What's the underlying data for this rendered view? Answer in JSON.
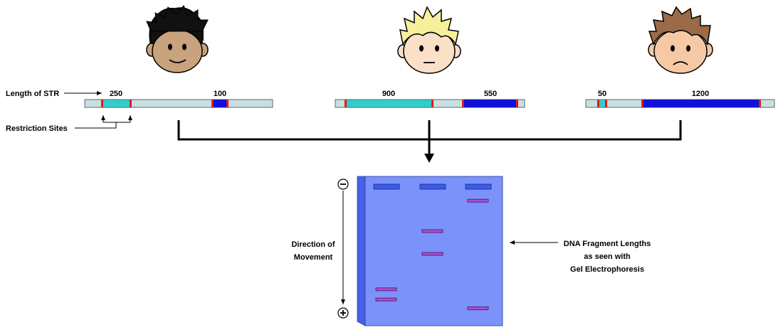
{
  "labels": {
    "length_of_str": "Length of STR",
    "restriction_sites": "Restriction Sites",
    "direction_line1": "Direction of",
    "direction_line2": "Movement",
    "dna_line1": "DNA Fragment Lengths",
    "dna_line2": "as seen with",
    "dna_line3": "Gel Electrophoresis",
    "minus_sign": "−",
    "plus_sign": "+"
  },
  "people": [
    {
      "hair": "black hair",
      "face": "smiling",
      "skin": "#c9a27e",
      "hair_color": "#111111",
      "fragments": [
        {
          "label": "250",
          "type": "cyan"
        },
        {
          "label": "100",
          "type": "blue"
        }
      ]
    },
    {
      "hair": "blond hair",
      "face": "neutral",
      "skin": "#fbe0c8",
      "hair_color": "#f7f09a",
      "fragments": [
        {
          "label": "900",
          "type": "cyan"
        },
        {
          "label": "550",
          "type": "blue"
        }
      ]
    },
    {
      "hair": "brown hair",
      "face": "sad",
      "skin": "#f5c9a6",
      "hair_color": "#9b6a47",
      "fragments": [
        {
          "label": "50",
          "type": "cyan"
        },
        {
          "label": "1200",
          "type": "blue"
        }
      ]
    }
  ],
  "gel": {
    "lanes": 3,
    "bands": [
      {
        "lane": 1,
        "level": 0.78
      },
      {
        "lane": 1,
        "level": 0.86
      },
      {
        "lane": 2,
        "level": 0.32
      },
      {
        "lane": 2,
        "level": 0.5
      },
      {
        "lane": 3,
        "level": 0.08
      },
      {
        "lane": 3,
        "level": 0.93
      }
    ]
  },
  "colors": {
    "strand": "#c8dfe1",
    "cyan_fragment": "#33cccc",
    "blue_fragment": "#1010dd",
    "restriction_site": "#e01b1b",
    "gel": "#7a92fa",
    "gel_side": "#4661e8",
    "band": "#b04ad6",
    "well": "#3a5ce8"
  }
}
